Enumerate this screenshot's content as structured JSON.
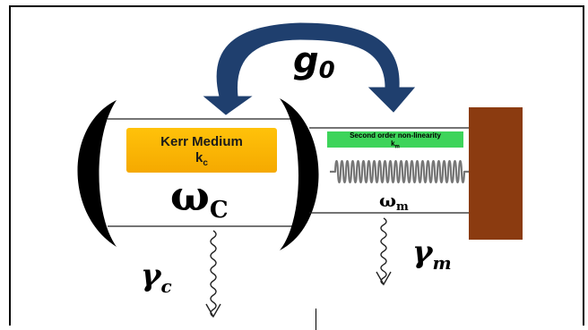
{
  "colors": {
    "arrow": "#1f3f6e",
    "kerr_box": "#ffb800",
    "snl_box": "#3dd45a",
    "wall": "#8b3b10",
    "spring": "#777777"
  },
  "coupling": {
    "symbol": "g",
    "subscript": "0"
  },
  "kerr": {
    "title": "Kerr Medium",
    "k_symbol": "k",
    "k_sub": "c"
  },
  "cavity": {
    "omega_symbol": "ω",
    "omega_sub": "C"
  },
  "mechanical": {
    "nonlinearity_label": "Second order non-linearity",
    "k_symbol": "k",
    "k_sub": "m",
    "omega_symbol": "ω",
    "omega_sub": "m"
  },
  "decay": {
    "cavity_symbol": "γ",
    "cavity_sub": "c",
    "mechanical_symbol": "γ",
    "mechanical_sub": "m"
  }
}
